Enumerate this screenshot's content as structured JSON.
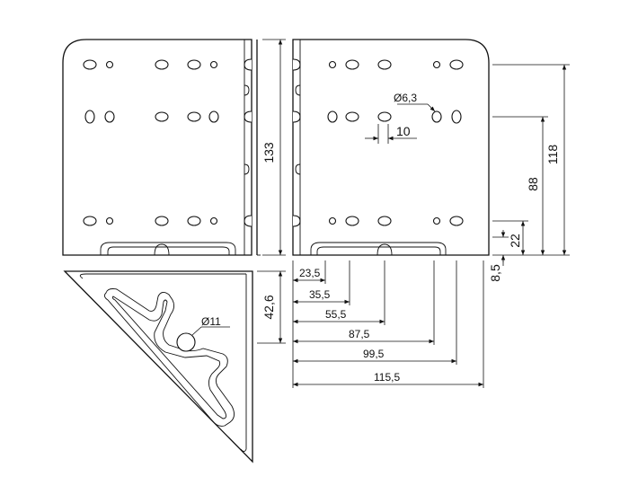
{
  "dimensions": {
    "overall_height": "133",
    "hole_diameter_small": "Ø6,3",
    "hole_spacing": "10",
    "height_118": "118",
    "height_88": "88",
    "height_22": "22",
    "offset_8_5": "8,5",
    "triangle_height": "42,6",
    "triangle_hole": "Ø11",
    "pos_23_5": "23,5",
    "pos_35_5": "35,5",
    "pos_55_5": "55,5",
    "pos_87_5": "87,5",
    "pos_99_5": "99,5",
    "pos_115_5": "115,5"
  }
}
